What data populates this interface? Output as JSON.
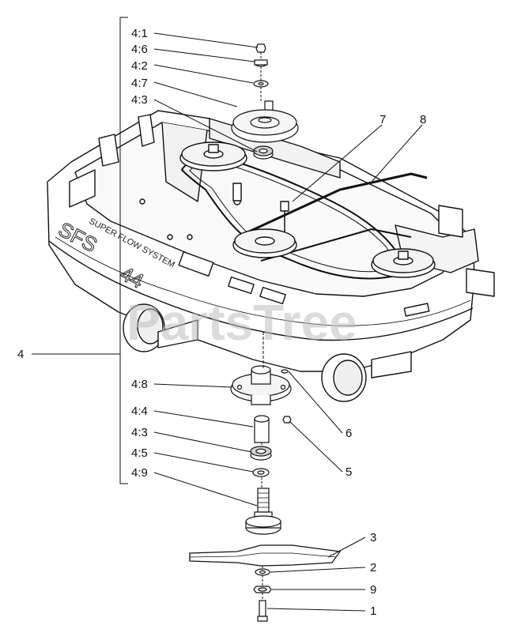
{
  "watermark": "PartsTree",
  "deck_decals": {
    "model": "SFS",
    "size": "44",
    "system": "SUPER FLOW SYSTEM"
  },
  "callouts": {
    "c4_1": "4:1",
    "c4_6": "4:6",
    "c4_2": "4:2",
    "c4_7": "4:7",
    "c4_3_top": "4:3",
    "c7": "7",
    "c8": "8",
    "c4": "4",
    "c4_8": "4:8",
    "c4_4": "4:4",
    "c4_3_bottom": "4:3",
    "c4_5": "4:5",
    "c4_9": "4:9",
    "c6": "6",
    "c5": "5",
    "c3": "3",
    "c2": "2",
    "c9": "9",
    "c1": "1"
  }
}
